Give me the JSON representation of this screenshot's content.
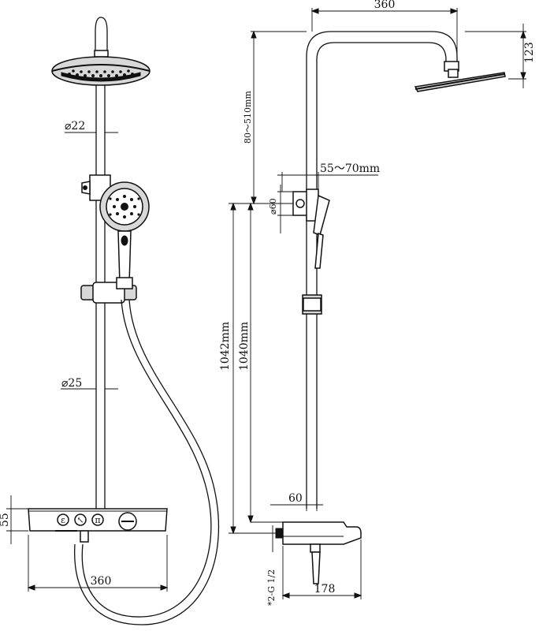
{
  "front_view": {
    "dims": {
      "pipe_upper": "⌀22",
      "pipe_lower": "⌀25",
      "body_height": "55",
      "width": "360"
    }
  },
  "side_view": {
    "dims": {
      "reach": "360",
      "head_drop": "123",
      "rail_range": "80～510mm",
      "holder_offset": "55～70mm",
      "holder_dia": "⌀60",
      "height_1": "1042mm",
      "height_2": "1040mm",
      "body_offset": "60",
      "inlet": "*2-G 1/2",
      "depth": "178"
    }
  }
}
